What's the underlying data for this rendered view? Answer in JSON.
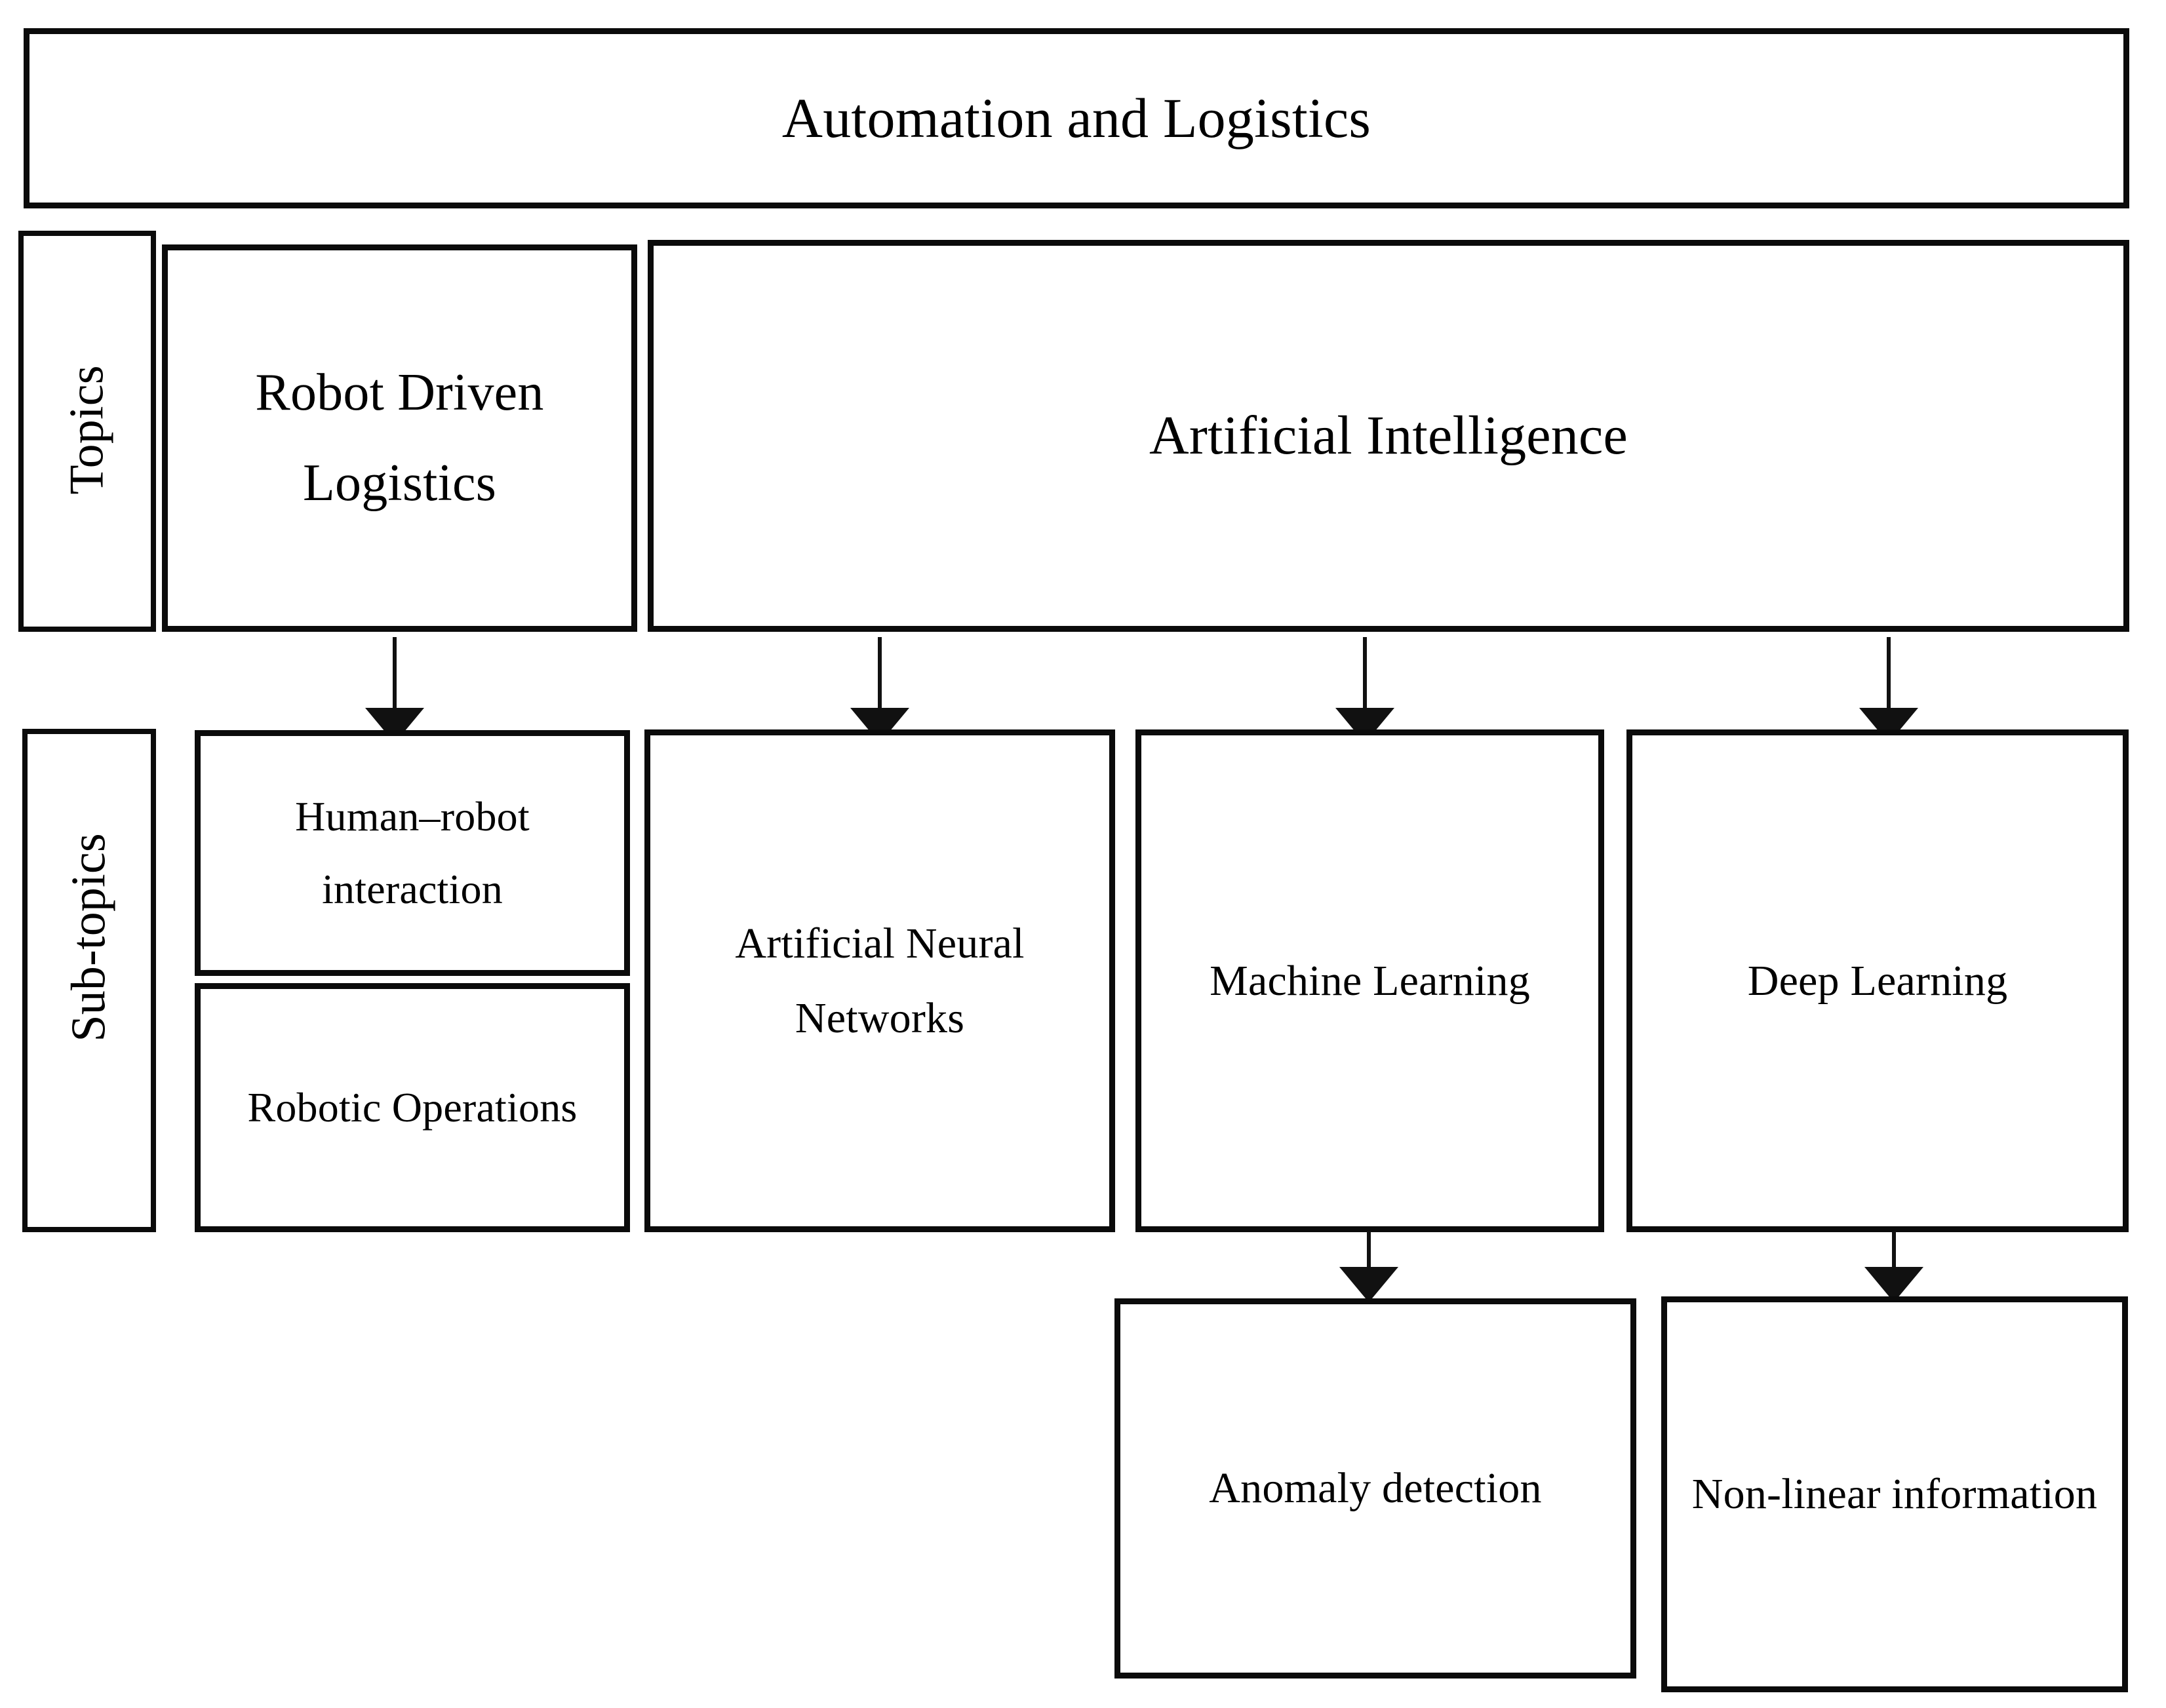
{
  "diagram": {
    "title": "Automation and Logistics",
    "row_labels": {
      "topics": "Topics",
      "subtopics": "Sub-topics"
    },
    "topics": [
      {
        "id": "robot-driven-logistics",
        "label": "Robot Driven Logistics"
      },
      {
        "id": "artificial-intelligence",
        "label": "Artificial Intelligence"
      }
    ],
    "subtopics": [
      {
        "id": "human-robot-interaction",
        "label": "Human–robot interaction",
        "parent": "robot-driven-logistics"
      },
      {
        "id": "robotic-operations",
        "label": "Robotic Operations",
        "parent": "robot-driven-logistics"
      },
      {
        "id": "artificial-neural-networks",
        "label": "Artificial Neural Networks",
        "parent": "artificial-intelligence"
      },
      {
        "id": "machine-learning",
        "label": "Machine Learning",
        "parent": "artificial-intelligence"
      },
      {
        "id": "deep-learning",
        "label": "Deep Learning",
        "parent": "artificial-intelligence"
      }
    ],
    "leaf_nodes": [
      {
        "id": "anomaly-detection",
        "label": "Anomaly detection",
        "parent": "machine-learning"
      },
      {
        "id": "non-linear-information",
        "label": "Non-linear information",
        "parent": "deep-learning"
      }
    ],
    "colors": {
      "stroke": "#0b0b0b",
      "fill": "#ffffff",
      "text": "#000000"
    }
  }
}
